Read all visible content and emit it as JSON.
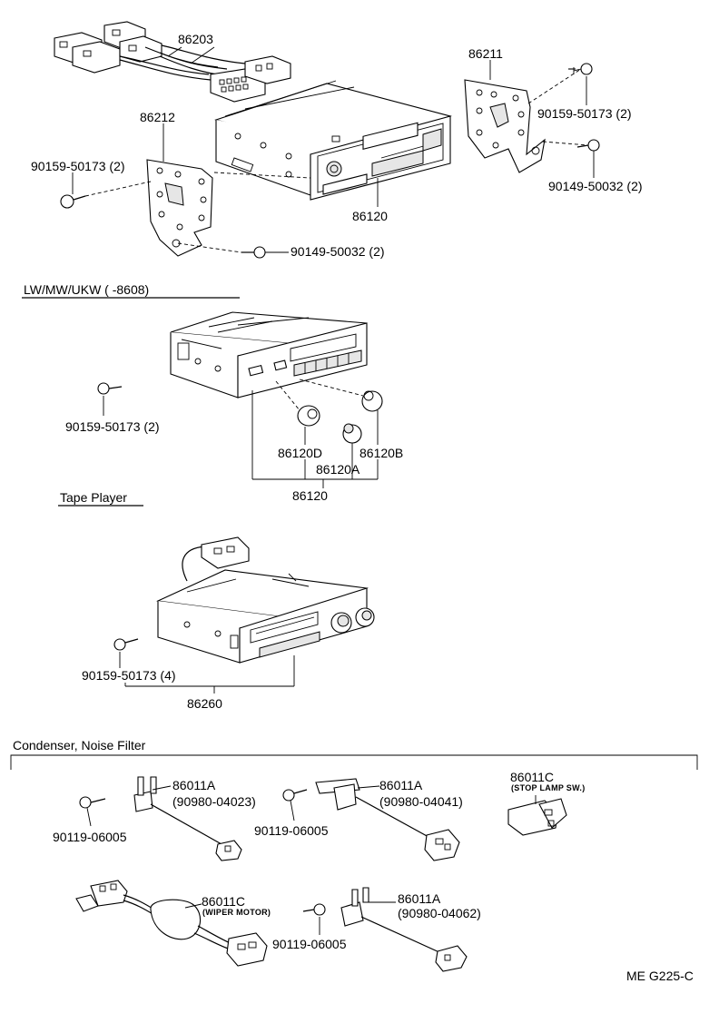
{
  "sections": {
    "lw_mw_ukw": "LW/MW/UKW (        -8608)",
    "tape_player": "Tape Player",
    "condenser": "Condenser, Noise Filter"
  },
  "labels": {
    "p86203": "86203",
    "p86211": "86211",
    "p86212": "86212",
    "p86120_top": "86120",
    "bolt_tr": "90159-50173 (2)",
    "screw_tr": "90149-50032 (2)",
    "bolt_tl": "90159-50173 (2)",
    "screw_bl": "90149-50032 (2)",
    "bolt_mid": "90159-50173 (2)",
    "p86120D": "86120D",
    "p86120B": "86120B",
    "p86120A": "86120A",
    "p86120_mid": "86120",
    "bolt_tape": "90159-50173 (4)",
    "p86260": "86260",
    "f1_part": "86011A",
    "f1_num": "(90980-04023)",
    "f1_bolt": "90119-06005",
    "f2_part": "86011A",
    "f2_num": "(90980-04041)",
    "f2_bolt": "90119-06005",
    "f3_part": "86011C",
    "f3_note": "(STOP LAMP SW.)",
    "f4_part": "86011C",
    "f4_note": "(WIPER MOTOR)",
    "f5_part": "86011A",
    "f5_num": "(90980-04062)",
    "f5_bolt": "90119-06005",
    "ref_code": "ME G225-C"
  }
}
